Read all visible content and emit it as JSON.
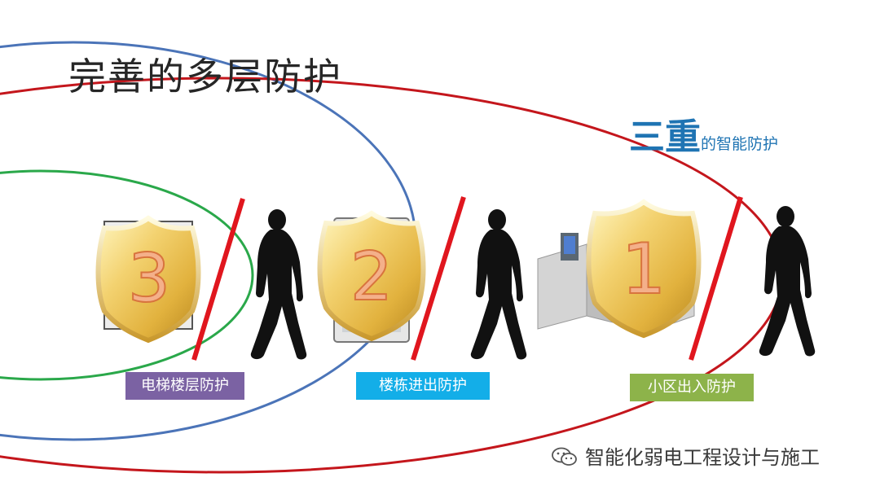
{
  "title": "完善的多层防护",
  "subtitle": {
    "big": "三重",
    "small": "的智能防护"
  },
  "shields": [
    {
      "number": "3",
      "label": "电梯楼层防护",
      "color": "#7b62a3"
    },
    {
      "number": "2",
      "label": "楼栋进出防护",
      "color": "#13aee8"
    },
    {
      "number": "1",
      "label": "小区出入防护",
      "color": "#8db34a"
    }
  ],
  "rings": {
    "inner": "#2aa84a",
    "middle": "#4b74b8",
    "outer": "#c4161c"
  },
  "barrier_color": "#e0161e",
  "watermark": {
    "icon": "wechat-icon",
    "text": "智能化弱电工程设计与施工"
  }
}
